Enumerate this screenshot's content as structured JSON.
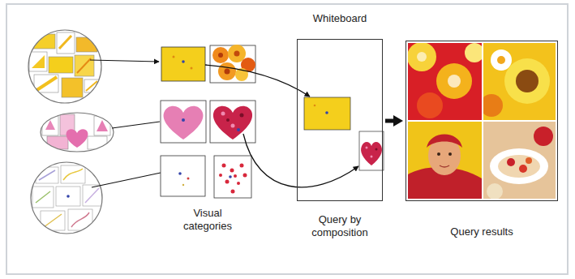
{
  "diagram": {
    "nodes": [
      {
        "text": [
          "Whiteboard",
          "Query by composition"
        ]
      },
      {
        "text": [
          "Query results"
        ]
      }
    ],
    "edges": [
      {
        "from": 0,
        "to": 1,
        "arrow": "to"
      }
    ],
    "labels": [
      "Visual categories"
    ]
  }
}
